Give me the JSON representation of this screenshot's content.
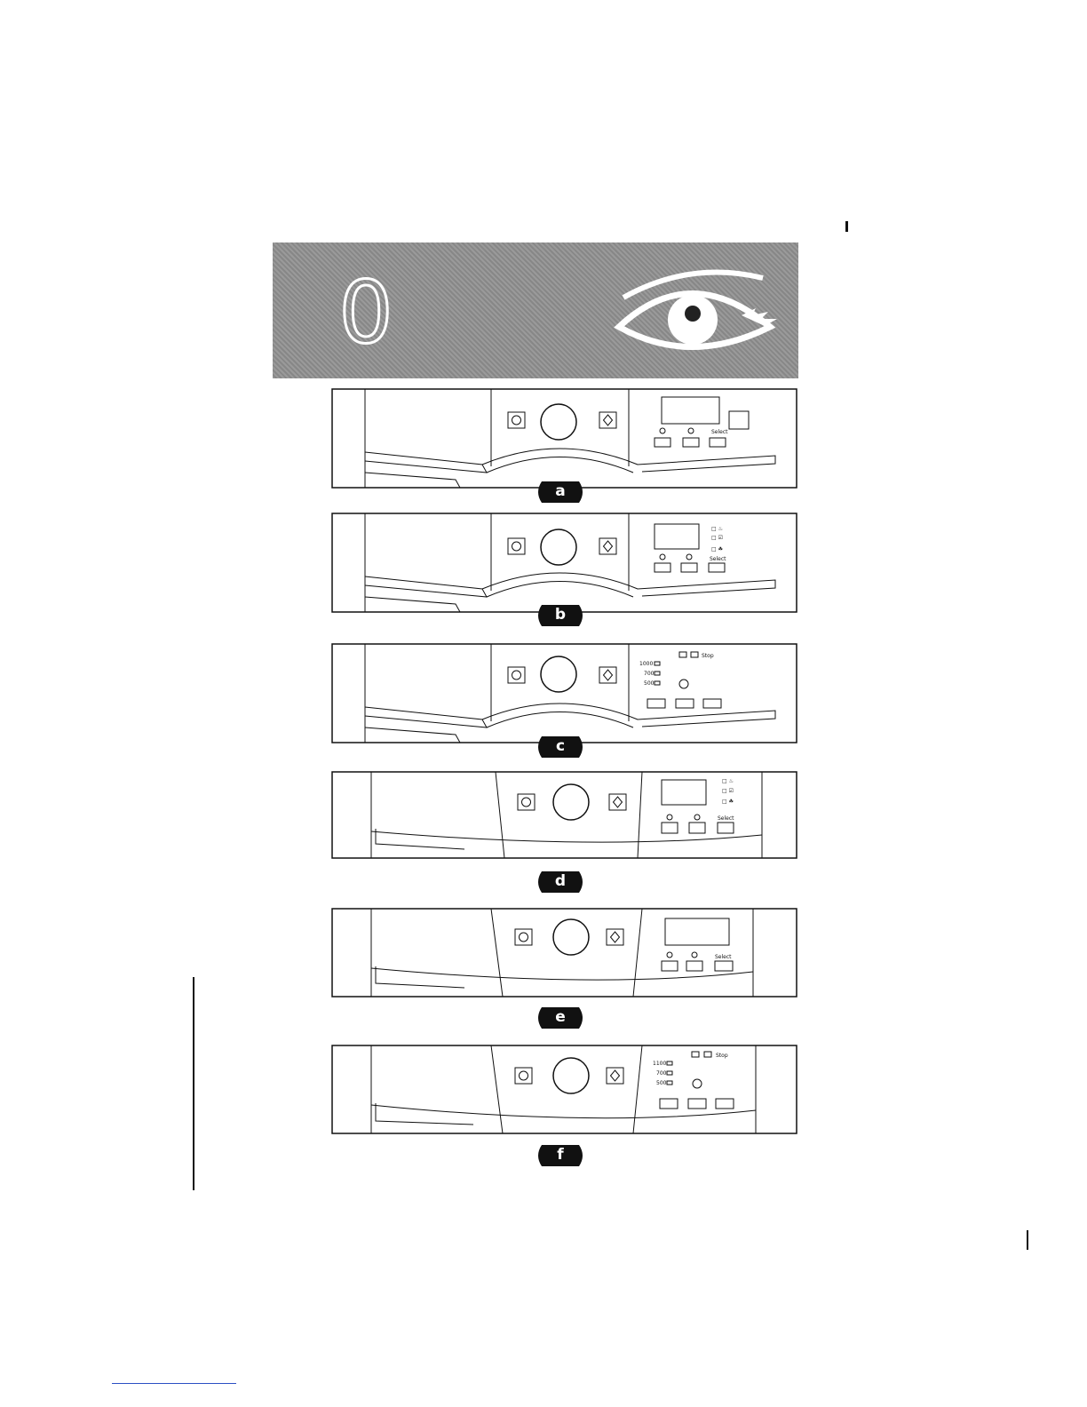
{
  "banner": {
    "chapter_glyph": "0",
    "icon": "eye-icon"
  },
  "panels": [
    {
      "label": "a",
      "display": true,
      "buttons": [
        "",
        "",
        "Select"
      ],
      "indicators": [],
      "speeds": [],
      "extra_button": true
    },
    {
      "label": "b",
      "display": true,
      "buttons": [
        "",
        "",
        "Select"
      ],
      "indicators": [
        "□ ♨",
        "□ ☑",
        "□ ☘"
      ],
      "speeds": []
    },
    {
      "label": "c",
      "display": false,
      "top_row": "Stop",
      "speeds": [
        "1000",
        "700",
        "500"
      ]
    },
    {
      "label": "d",
      "display": true,
      "buttons": [
        "",
        "",
        "Select"
      ],
      "indicators": [
        "□ ♨",
        "□ ☑",
        "□ ☘"
      ]
    },
    {
      "label": "e",
      "display": true,
      "buttons": [
        "",
        "",
        "Select"
      ]
    },
    {
      "label": "f",
      "display": false,
      "top_row": "Stop",
      "speeds": [
        "1100",
        "700",
        "500"
      ]
    }
  ]
}
